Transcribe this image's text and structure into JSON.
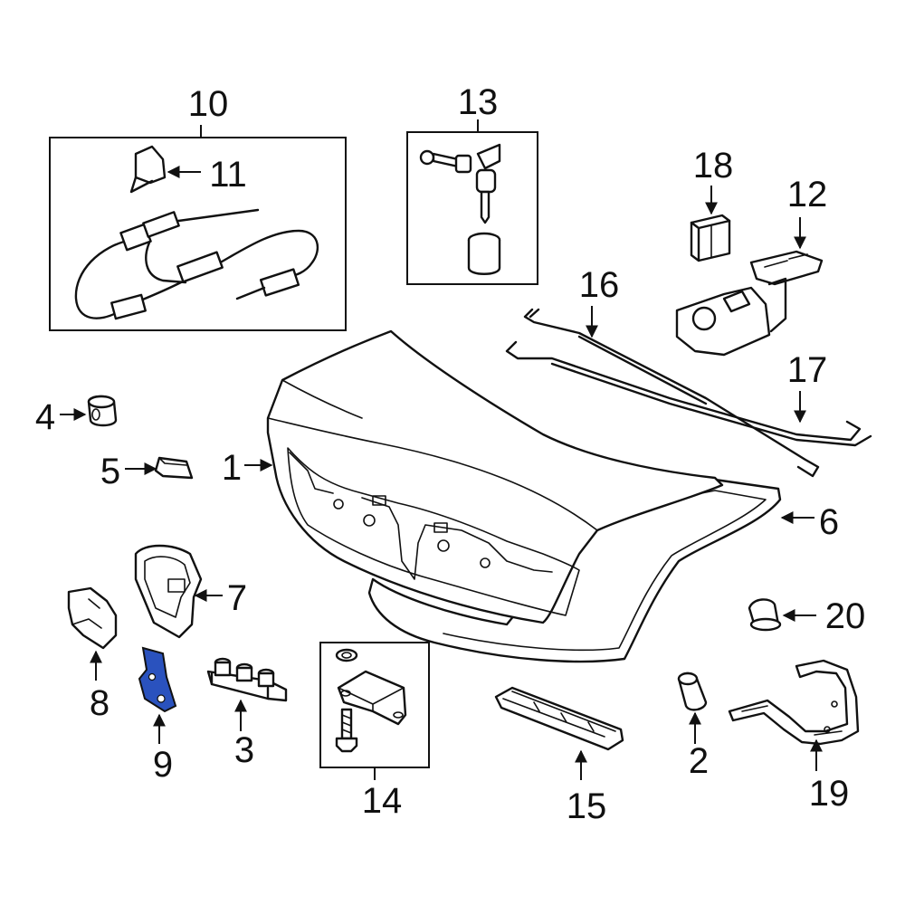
{
  "colors": {
    "line": "#111111",
    "highlight": "#2a52be",
    "background": "#ffffff"
  },
  "callouts": [
    {
      "id": "1",
      "label": "1"
    },
    {
      "id": "2",
      "label": "2"
    },
    {
      "id": "3",
      "label": "3"
    },
    {
      "id": "4",
      "label": "4"
    },
    {
      "id": "5",
      "label": "5"
    },
    {
      "id": "6",
      "label": "6"
    },
    {
      "id": "7",
      "label": "7"
    },
    {
      "id": "8",
      "label": "8"
    },
    {
      "id": "9",
      "label": "9"
    },
    {
      "id": "10",
      "label": "10"
    },
    {
      "id": "11",
      "label": "11"
    },
    {
      "id": "12",
      "label": "12"
    },
    {
      "id": "13",
      "label": "13"
    },
    {
      "id": "14",
      "label": "14"
    },
    {
      "id": "15",
      "label": "15"
    },
    {
      "id": "16",
      "label": "16"
    },
    {
      "id": "17",
      "label": "17"
    },
    {
      "id": "18",
      "label": "18"
    },
    {
      "id": "19",
      "label": "19"
    },
    {
      "id": "20",
      "label": "20"
    }
  ],
  "highlighted_part": "9"
}
